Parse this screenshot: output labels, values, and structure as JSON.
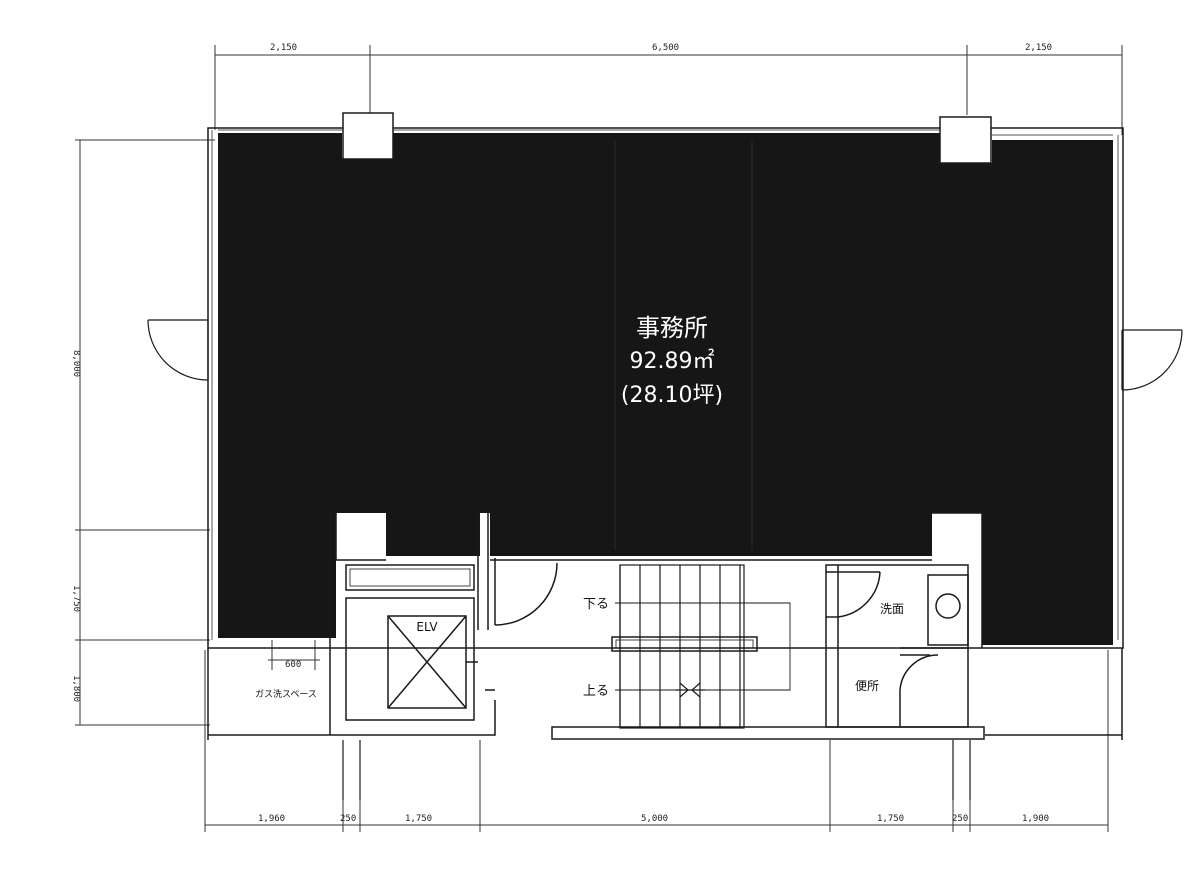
{
  "office": {
    "name": "事務所",
    "area": "92.89㎡",
    "tsubo": "(28.10坪)"
  },
  "rooms": {
    "elevator": "ELV",
    "stairs_down": "下る",
    "stairs_up": "上る",
    "washroom": "洗面",
    "toilet": "便所",
    "space_note": "ガス洗スペース"
  },
  "dimensions": {
    "top": [
      "2,150",
      "6,500",
      "2,150"
    ],
    "bottom": [
      "1,960",
      "250",
      "1,750",
      "5,000",
      "1,750",
      "250",
      "1,900"
    ],
    "left": [
      "8,000",
      "1,750",
      "1,800"
    ],
    "small": "600"
  },
  "colors": {
    "fill": "#161616",
    "line": "#1a1a1a"
  }
}
